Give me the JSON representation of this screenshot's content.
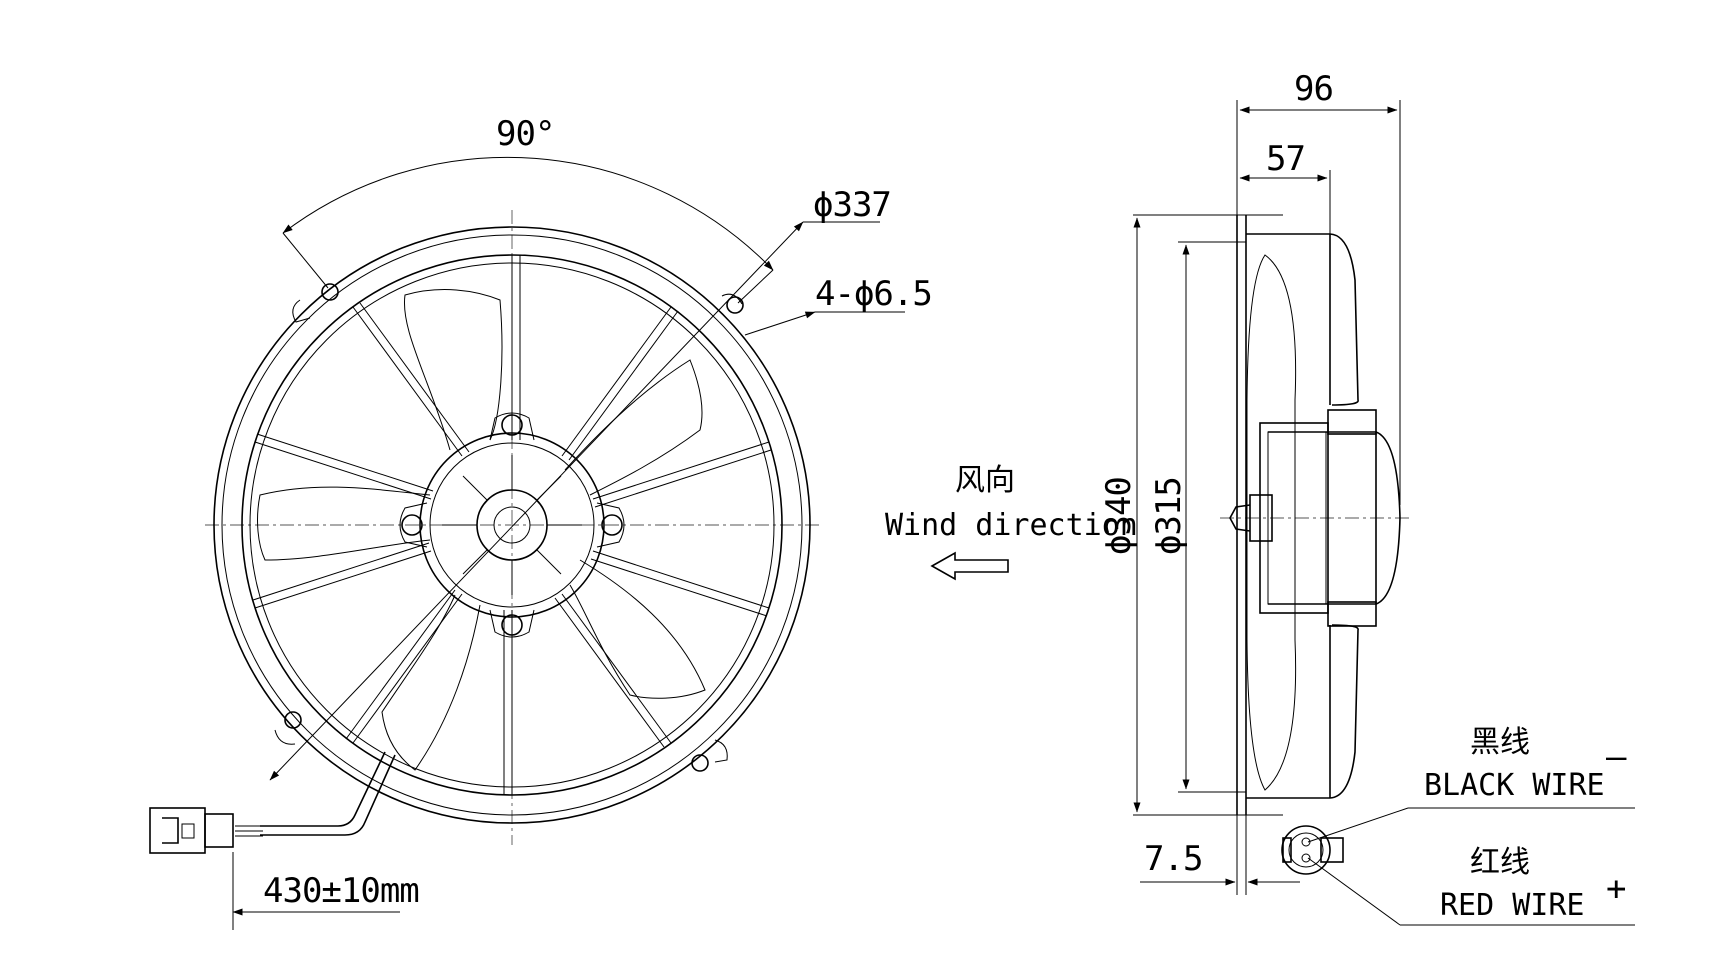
{
  "front_view": {
    "angle_label": "90°",
    "diameter_337": "ϕ337",
    "holes_label": "4-ϕ6.5",
    "cable_length": "430±10mm",
    "colors": {
      "line": "#000000",
      "background": "#ffffff"
    }
  },
  "wind": {
    "label_cn": "风向",
    "label_en": "Wind direction",
    "arrow_icon": "left-arrow-icon"
  },
  "side_view": {
    "depth_total": "96",
    "depth_motor": "57",
    "diameter_340": "ϕ340",
    "diameter_315": "ϕ315",
    "offset": "7.5"
  },
  "wires": {
    "black_cn": "黑线",
    "black_en": "BLACK WIRE",
    "black_sign": "—",
    "red_cn": "红线",
    "red_en": "RED WIRE",
    "red_sign": "+"
  }
}
